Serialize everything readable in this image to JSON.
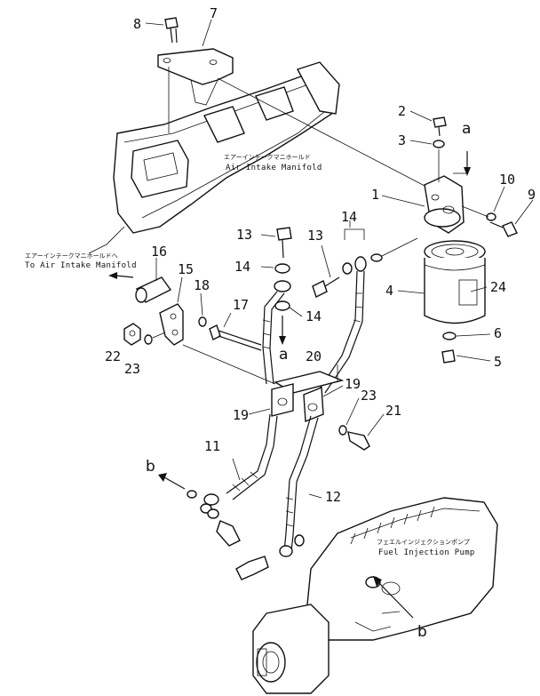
{
  "labels": {
    "manifold_jp": "エアーインテークマニホールド",
    "manifold_en": "Air Intake Manifold",
    "to_manifold_jp": "エアーインテークマニホールドへ",
    "to_manifold_en": "To Air Intake Manifold",
    "pump_jp": "フェエルインジェクションポンプ",
    "pump_en": "Fuel Injection Pump"
  },
  "callouts": {
    "n1": "1",
    "n2": "2",
    "n3": "3",
    "n4": "4",
    "n5": "5",
    "n6": "6",
    "n7": "7",
    "n8": "8",
    "n9": "9",
    "n10": "10",
    "n11": "11",
    "n12": "12",
    "n13a": "13",
    "n13b": "13",
    "n14a": "14",
    "n14b": "14",
    "n14c": "14",
    "n15": "15",
    "n16": "16",
    "n17": "17",
    "n18": "18",
    "n19a": "19",
    "n19b": "19",
    "n20": "20",
    "n21": "21",
    "n22": "22",
    "n23a": "23",
    "n23b": "23",
    "n24": "24"
  },
  "refs": {
    "a1": "a",
    "a2": "a",
    "b1": "b",
    "b2": "b"
  }
}
